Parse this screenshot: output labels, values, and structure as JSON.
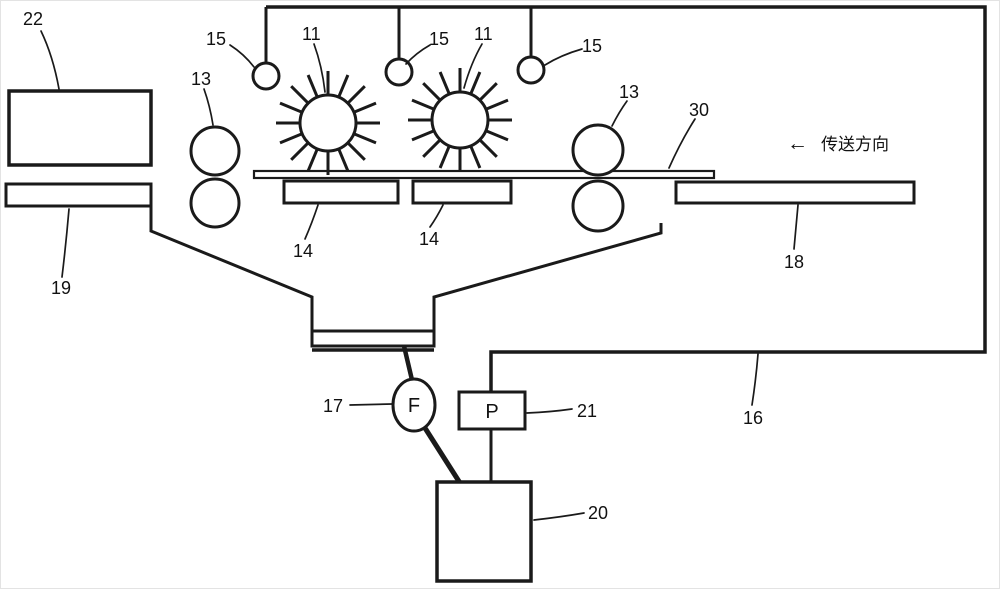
{
  "colors": {
    "ink": "#1a1a1a",
    "background": "#ffffff"
  },
  "labels": {
    "ref22": "22",
    "ref19": "19",
    "ref15_1": "15",
    "ref11_1": "11",
    "ref15_2": "15",
    "ref11_2": "11",
    "ref15_3": "15",
    "ref13_left": "13",
    "ref13_right": "13",
    "ref30": "30",
    "ref14_1": "14",
    "ref14_2": "14",
    "ref18": "18",
    "ref17": "17",
    "ref21": "21",
    "ref16": "16",
    "ref20": "20",
    "pump_f": "F",
    "pump_p": "P",
    "direction_arrow": "←",
    "direction_text": "传送方向"
  }
}
